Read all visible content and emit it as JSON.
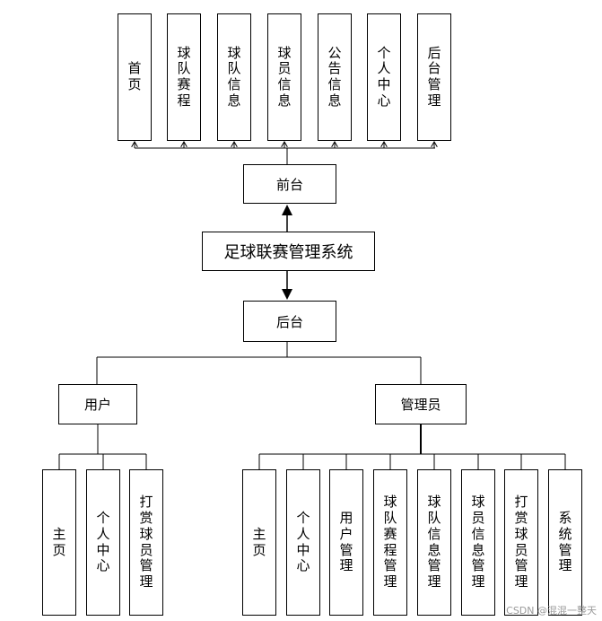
{
  "system": "足球联赛管理系统",
  "frontend": {
    "label": "前台",
    "items": [
      "首页",
      "球队赛程",
      "球队信息",
      "球员信息",
      "公告信息",
      "个人中心",
      "后台管理"
    ]
  },
  "backend": {
    "label": "后台",
    "user": {
      "label": "用户",
      "items": [
        "主页",
        "个人中心",
        "打赏球员管理"
      ]
    },
    "admin": {
      "label": "管理员",
      "items": [
        "主页",
        "个人中心",
        "用户管理",
        "球队赛程管理",
        "球队信息管理",
        "球员信息管理",
        "打赏球员管理",
        "系统管理"
      ]
    }
  },
  "watermark": "CSDN @混混一整天"
}
